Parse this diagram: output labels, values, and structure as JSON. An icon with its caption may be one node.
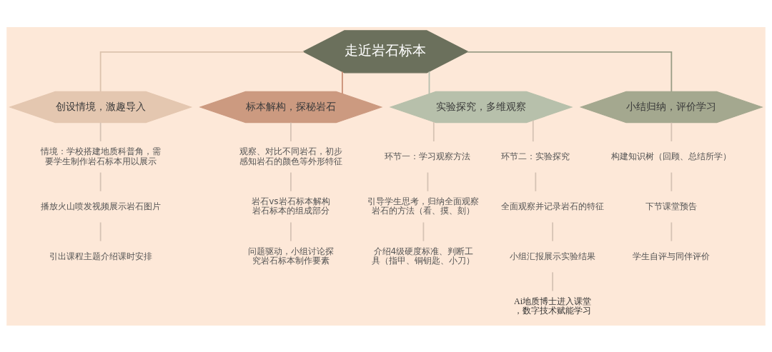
{
  "diagram": {
    "nodes": [
      {
        "text": [
          "走近岩石标本"
        ]
      },
      {
        "text": [
          "创设情境，激趣导入"
        ]
      },
      {
        "text": [
          "标本解构，探秘岩石"
        ]
      },
      {
        "text": [
          "实验探究，多维观察"
        ]
      },
      {
        "text": [
          "小结归纳，评价学习"
        ]
      },
      {
        "text": [
          "情境：学校搭建地质科普角，需要学生制作岩石标本用以展示"
        ]
      },
      {
        "text": [
          "播放火山喷发视频展示岩石图片"
        ]
      },
      {
        "text": [
          "引出课程主题介绍课时安排"
        ]
      },
      {
        "text": [
          "观察、对比不同岩石，初步感知岩石的颜色等外形特征"
        ]
      },
      {
        "text": [
          "岩石vs岩石标本解构岩石标本的组成部分"
        ]
      },
      {
        "text": [
          "问题驱动，小组讨论探究岩石标本制作要素"
        ]
      },
      {
        "text": [
          "环节一：学习观察方法"
        ]
      },
      {
        "text": [
          "引导学生思考，归纳全面观察岩石的方法（看、摸、刻）"
        ]
      },
      {
        "text": [
          "介绍4级硬度标准、判断工具（指甲、铜钥匙、小刀）"
        ]
      },
      {
        "text": [
          "环节二：实验探究"
        ]
      },
      {
        "text": [
          "全面观察并记录岩石的特征"
        ]
      },
      {
        "text": [
          "小组汇报展示实验结果"
        ]
      },
      {
        "text": [
          "Ai地质博士进入课堂，数字技术赋能学习"
        ]
      },
      {
        "text": [
          "构建知识树（回顾、总结所学）"
        ]
      },
      {
        "text": [
          "下节课堂预告"
        ]
      },
      {
        "text": [
          "学生自评与同伴评价"
        ]
      }
    ],
    "edges": [
      {
        "from": 0,
        "to": 1,
        "arrow": "none",
        "color": "#dcc3ad"
      },
      {
        "from": 0,
        "to": 2,
        "arrow": "none",
        "color": "#c98f75"
      },
      {
        "from": 0,
        "to": 3,
        "arrow": "none",
        "color": "#b5bfae"
      },
      {
        "from": 0,
        "to": 4,
        "arrow": "none",
        "color": "#9a9d86"
      },
      {
        "from": 1,
        "to": 5,
        "arrow": "none"
      },
      {
        "from": 5,
        "to": 6,
        "arrow": "none"
      },
      {
        "from": 6,
        "to": 7,
        "arrow": "none"
      },
      {
        "from": 2,
        "to": 8,
        "arrow": "none"
      },
      {
        "from": 8,
        "to": 9,
        "arrow": "none"
      },
      {
        "from": 9,
        "to": 10,
        "arrow": "none"
      },
      {
        "from": 3,
        "to": 11,
        "arrow": "none"
      },
      {
        "from": 3,
        "to": 14,
        "arrow": "none"
      },
      {
        "from": 11,
        "to": 12,
        "arrow": "none"
      },
      {
        "from": 12,
        "to": 13,
        "arrow": "none"
      },
      {
        "from": 14,
        "to": 15,
        "arrow": "none"
      },
      {
        "from": 15,
        "to": 16,
        "arrow": "none"
      },
      {
        "from": 16,
        "to": 17,
        "arrow": "none"
      },
      {
        "from": 4,
        "to": 18,
        "arrow": "none"
      },
      {
        "from": 18,
        "to": 19,
        "arrow": "none"
      },
      {
        "from": 19,
        "to": 20,
        "arrow": "none"
      }
    ]
  }
}
